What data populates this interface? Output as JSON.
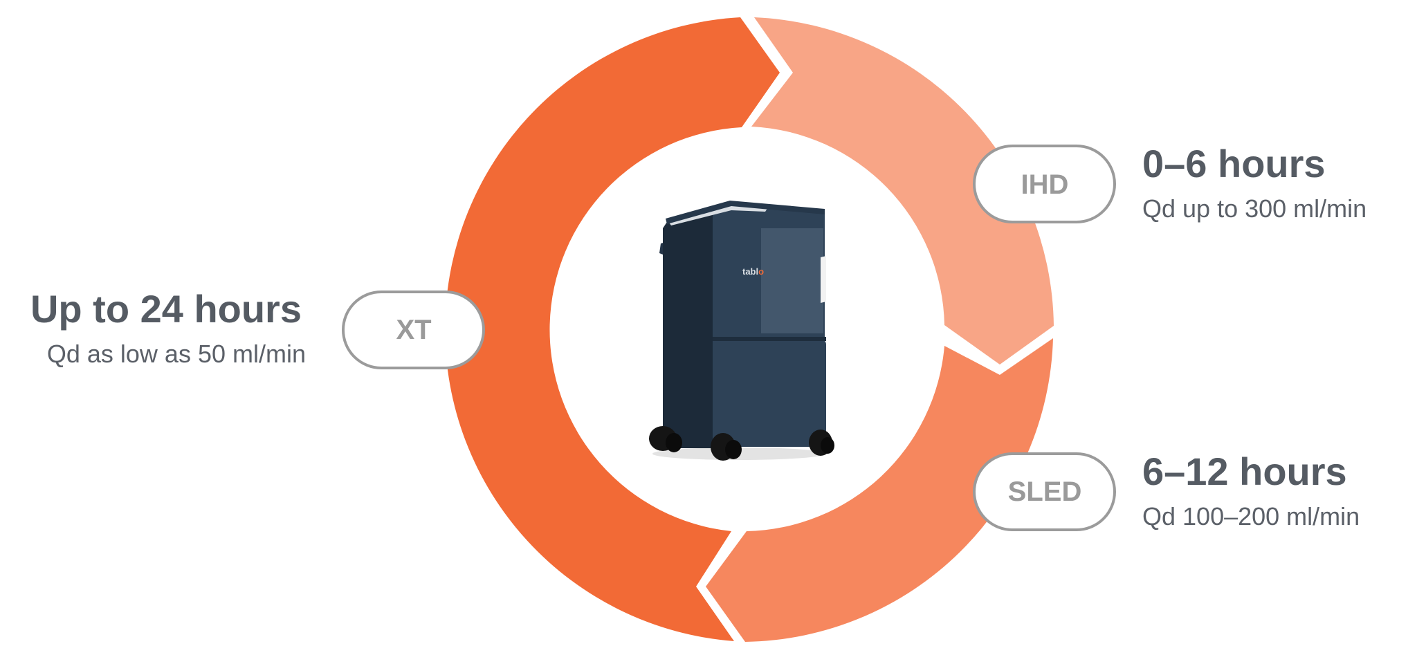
{
  "colors": {
    "xt_segment": "#f26a36",
    "ihd_segment": "#f8a586",
    "sled_segment": "#f6875e",
    "pill_border": "#9b9b9b",
    "pill_text": "#9a9a9a",
    "heading_text": "#555b63",
    "body_text": "#5b6068",
    "device_body": "#2e4257"
  },
  "device": {
    "icon": "dialysis-machine-icon",
    "brand": "tablo"
  },
  "modes": [
    {
      "label": "IHD",
      "duration": "0–6 hours",
      "detail": "Qd up to 300 ml/min"
    },
    {
      "label": "SLED",
      "duration": "6–12 hours",
      "detail": "Qd 100–200 ml/min"
    },
    {
      "label": "XT",
      "duration": "Up to 24 hours",
      "detail": "Qd as low as 50 ml/min"
    }
  ]
}
